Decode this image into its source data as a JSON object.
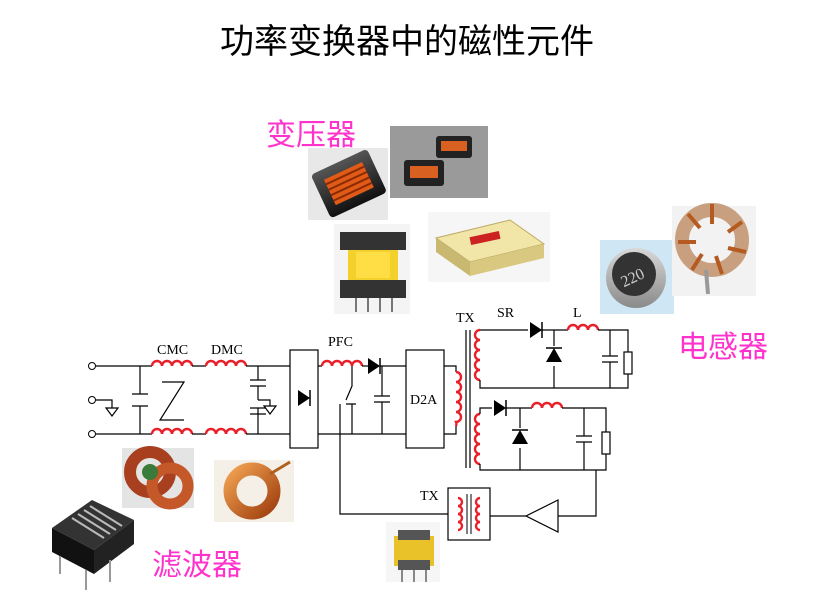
{
  "title": "功率变换器中的磁性元件",
  "categories": {
    "transformer": "变压器",
    "inductor": "电感器",
    "filter": "滤波器"
  },
  "circuit_labels": {
    "cmc": "CMC",
    "dmc": "DMC",
    "pfc": "PFC",
    "d2a": "D2A",
    "tx_main": "TX",
    "sr": "SR",
    "l": "L",
    "tx_feedback": "TX"
  },
  "colors": {
    "category_text": "#ff33cc",
    "coil": "#e8202a"
  }
}
